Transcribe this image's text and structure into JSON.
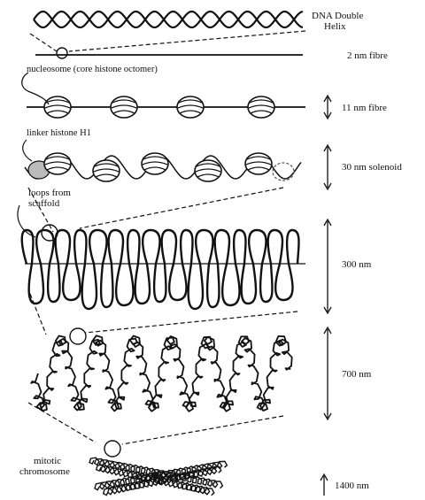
{
  "labels": {
    "dna_line1": "DNA Double",
    "dna_line2": "Helix",
    "fibre_2nm": "2 nm fibre",
    "nucleosome": "nucleosome (core histone octomer)",
    "fibre_11nm": "11 nm fibre",
    "linker": "linker histone H1",
    "solenoid": "30 nm solenoid",
    "loops_line1": "loops from",
    "loops_line2": "scaffold",
    "nm_300": "300 nm",
    "nm_700": "700 nm",
    "mitotic_line1": "mitotic",
    "mitotic_line2": "chromosome",
    "nm_1400": "1400 nm"
  }
}
